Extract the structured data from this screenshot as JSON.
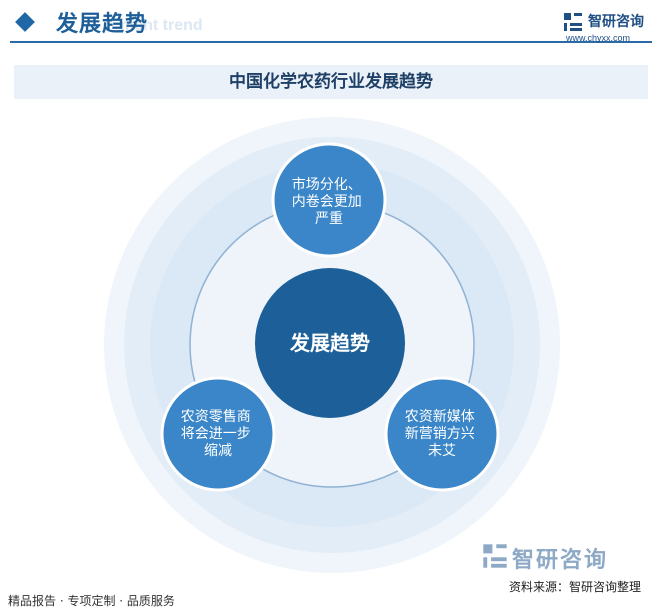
{
  "header": {
    "title": "发展趋势",
    "ghost_text": "ment trend",
    "brand_name": "智研咨询",
    "brand_url": "www.chyxx.com"
  },
  "band": {
    "title": "中国化学农药行业发展趋势"
  },
  "diagram": {
    "center": "发展趋势",
    "nodes": [
      {
        "lines": [
          "市场分化、",
          "内卷会更加",
          "严重"
        ]
      },
      {
        "lines": [
          "农资零售商",
          "将会进一步",
          "缩减"
        ]
      },
      {
        "lines": [
          "农资新媒体",
          "新营销方兴",
          "未艾"
        ]
      }
    ]
  },
  "footer": {
    "left": "精品报告 · 专项定制 · 品质服务",
    "source": "资料来源：智研咨询整理",
    "logo_name": "智研咨询"
  },
  "colors": {
    "primary": "#1f67a6",
    "node_fill": "#3a86c8",
    "center_fill": "#1d5f99",
    "ring_fill": "#dbe8f5",
    "band_bg": "#eaf1f8"
  }
}
